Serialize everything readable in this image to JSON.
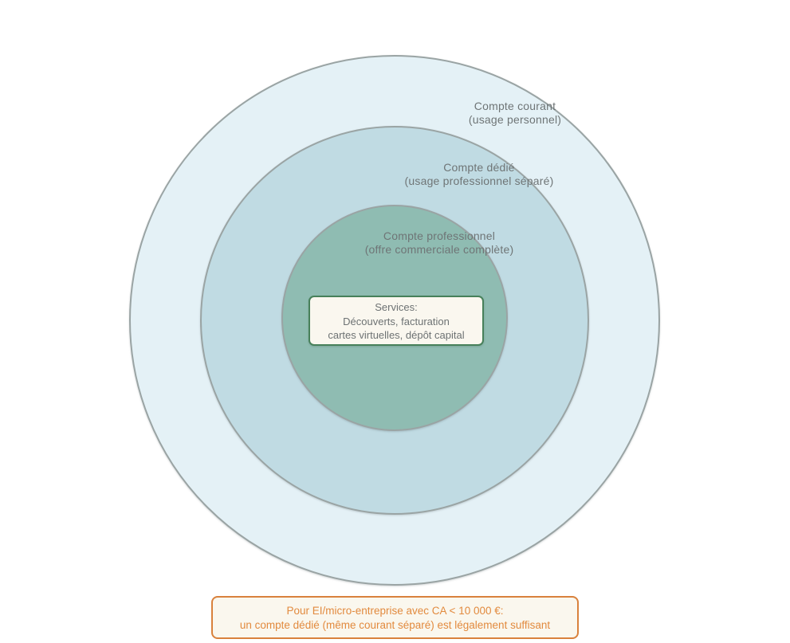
{
  "rings": [
    {
      "name": "compte-courant",
      "line1": "Compte courant",
      "line2": "(usage personnel)"
    },
    {
      "name": "compte-dedie",
      "line1": "Compte dédié",
      "line2": "(usage professionnel séparé)"
    },
    {
      "name": "compte-professionnel",
      "line1": "Compte professionnel",
      "line2": "(offre commerciale complète)"
    }
  ],
  "services_box": {
    "line1": "Services:",
    "line2": "Découverts, facturation",
    "line3": "cartes virtuelles, dépôt capital"
  },
  "note_box": {
    "line1": "Pour EI/micro-entreprise avec CA < 10 000 €:",
    "line2": "un compte dédié (même courant séparé) est légalement suffisant"
  },
  "colors": {
    "page-bg": "#ffffff",
    "ring-outer": "#e4f1f6",
    "ring-middle": "#c0dbe3",
    "ring-inner": "#8fbcb2",
    "ring-stroke": "#9aa4a4",
    "label-text": "#6f7576",
    "services-bg": "#faf7ef",
    "services-border": "#47805a",
    "services-text": "#6d7273",
    "note-bg": "#faf7ee",
    "note-border": "#d9813c",
    "note-text": "#e28a3e"
  }
}
